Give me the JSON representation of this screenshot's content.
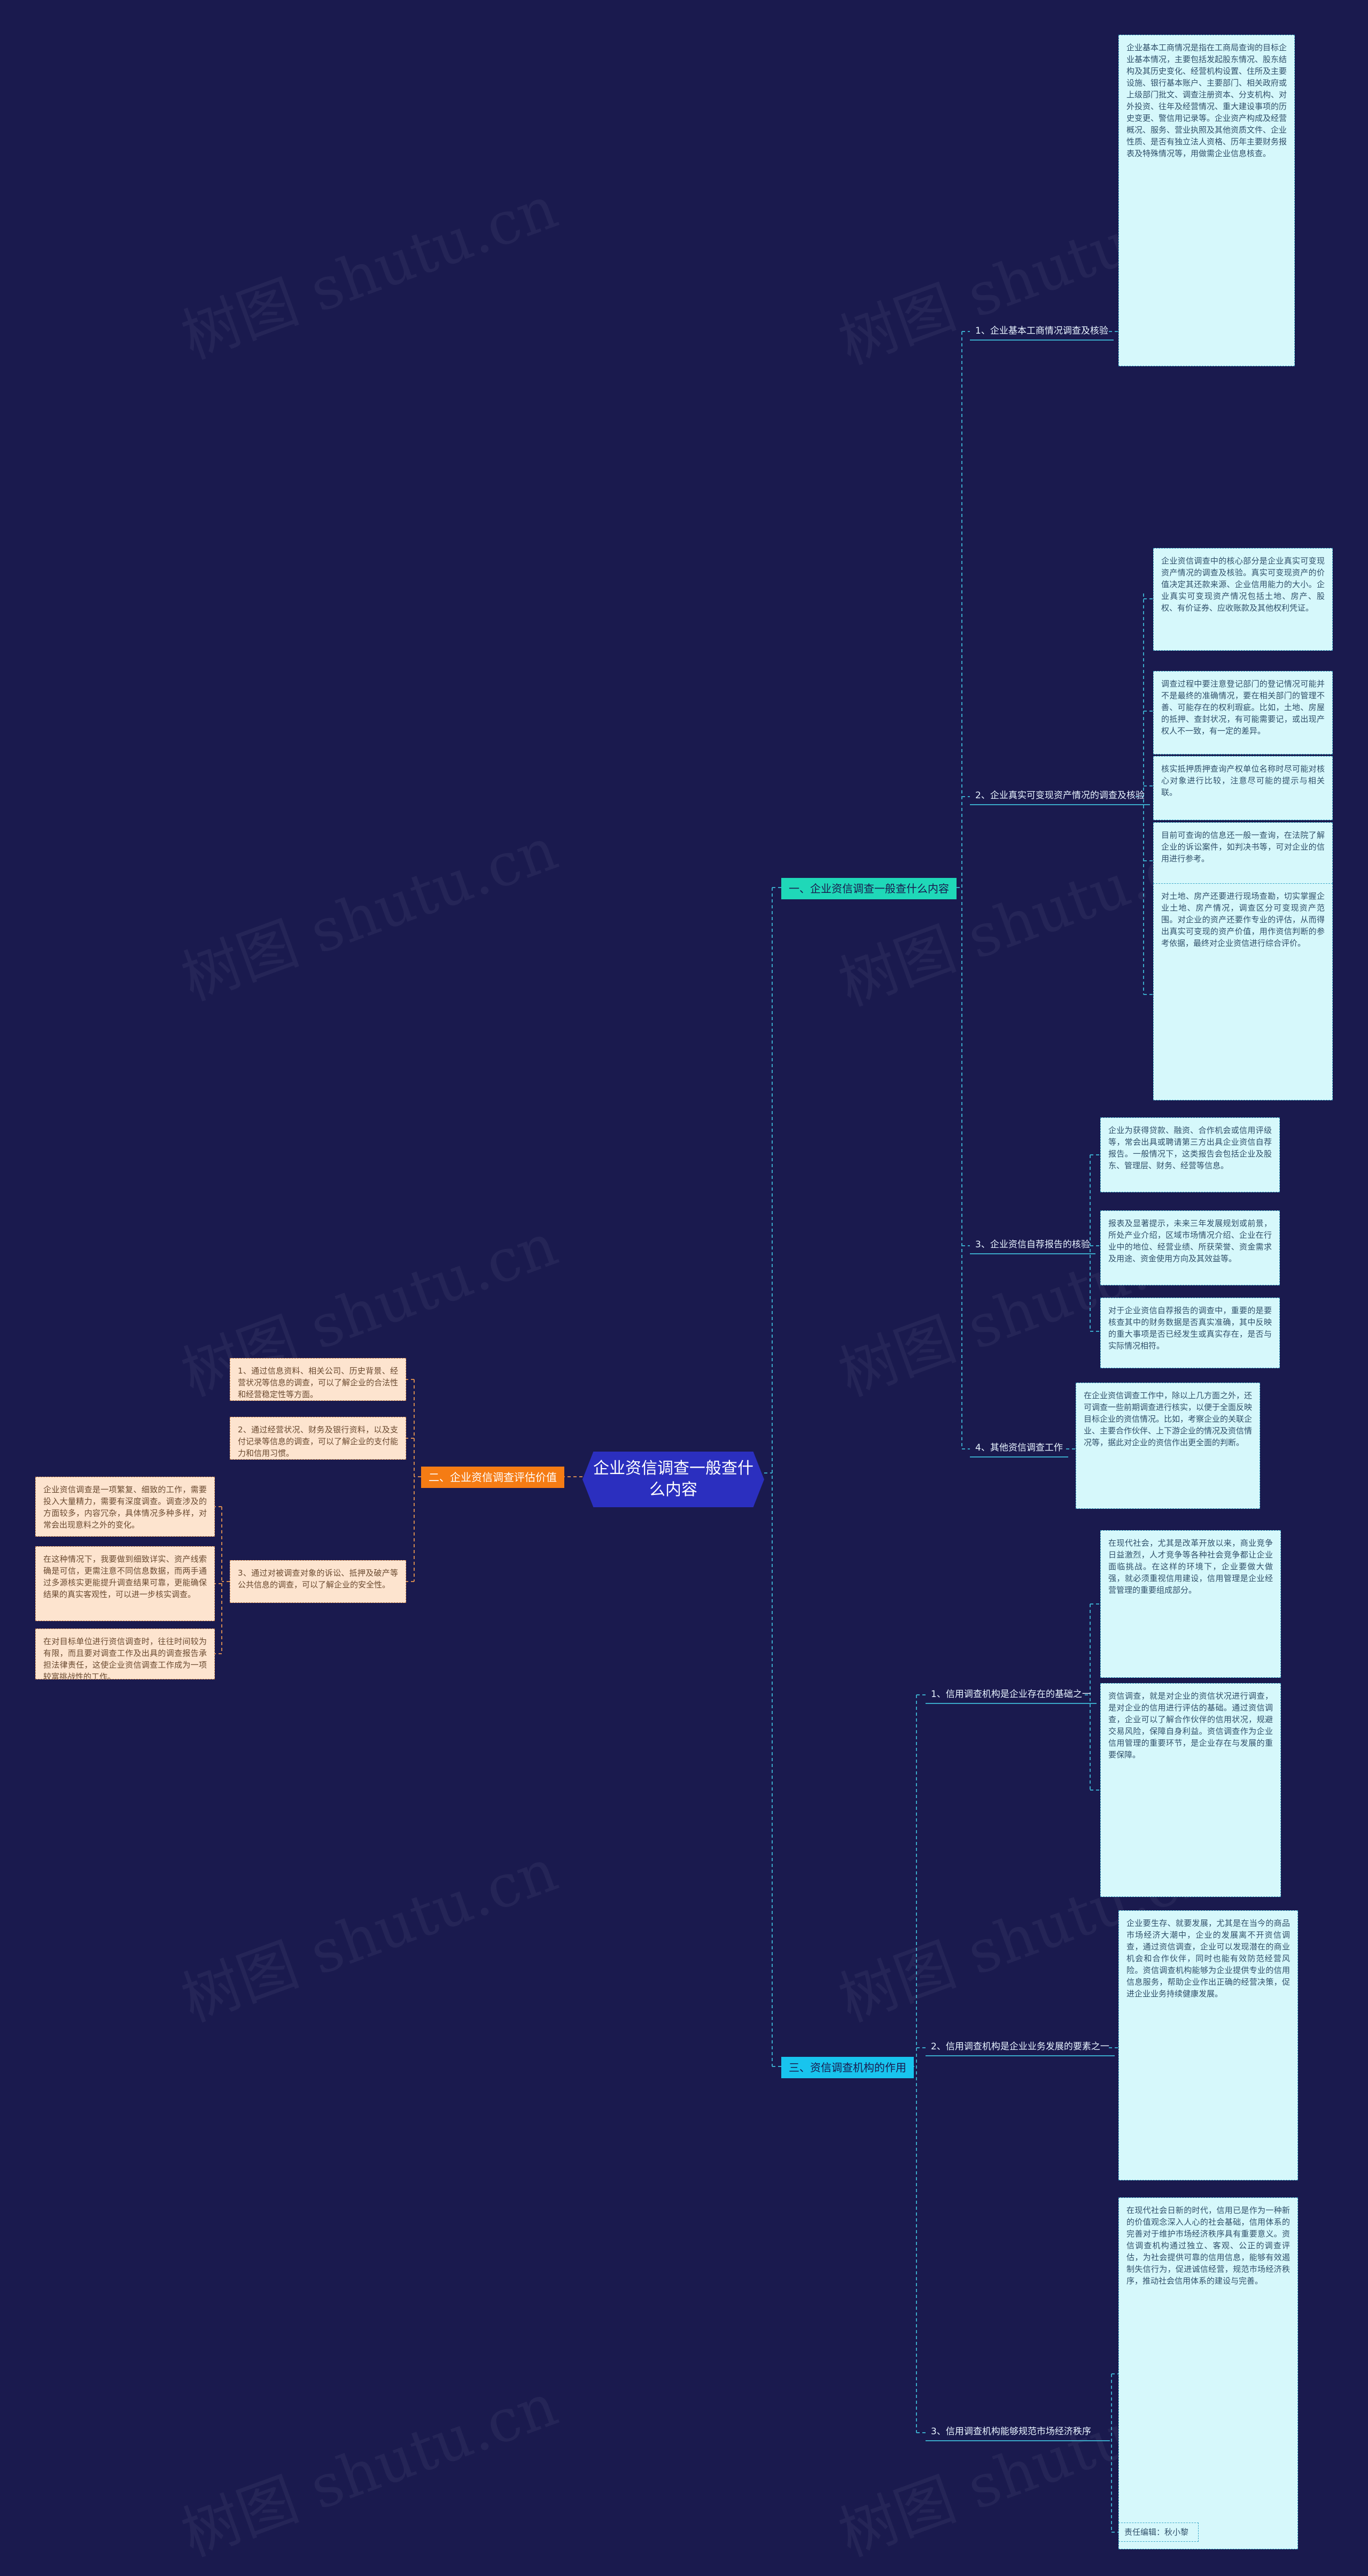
{
  "root": {
    "label": "企业资信调查一般查什么内容"
  },
  "watermark_text": "树图 shutu.cn",
  "branch1": {
    "label": "一、企业资信调查一般查什么内容",
    "subs": [
      {
        "label": "1、企业基本工商情况调查及核验",
        "leaves": [
          "企业基本工商情况是指在工商局查询的目标企业基本情况，主要包括发起股东情况、股东结构及其历史变化、经营机构设置、住所及主要设施、银行基本账户、主要部门、相关政府或上级部门批文、调查注册资本、分支机构、对外投资、往年及经营情况、重大建设事项的历史变更、警信用记录等。企业资产构成及经营概况、服务、营业执照及其他资质文件、企业性质、是否有独立法人资格、历年主要财务报表及特殊情况等，用做需企业信息核查。"
        ]
      },
      {
        "label": "2、企业真实可变现资产情况的调查及核验",
        "leaves": [
          "企业资信调查中的核心部分是企业真实可变现资产情况的调查及核验。真实可变现资产的价值决定其还款来源、企业信用能力的大小。企业真实可变现资产情况包括土地、房产、股权、有价证券、应收账款及其他权利凭证。",
          "调查过程中要注意登记部门的登记情况可能并不是最终的准确情况，要在相关部门的管理不善、可能存在的权利瑕疵。比如，土地、房屋的抵押、查封状况，有可能需要记，或出现产权人不一致，有一定的差异。",
          "核实抵押质押查询产权单位名称时尽可能对核心对象进行比较，注意尽可能的提示与相关联。",
          "目前可查询的信息还一般一查询，在法院了解企业的诉讼案件，如判决书等，可对企业的信用进行参考。",
          "对土地、房产还要进行现场查勘，切实掌握企业土地、房产情况，调查区分可变现资产范围。对企业的资产还要作专业的评估，从而得出真实可变现的资产价值，用作资信判断的参考依据，最终对企业资信进行综合评价。"
        ]
      },
      {
        "label": "3、企业资信自荐报告的核验",
        "leaves": [
          "企业为获得贷款、融资、合作机会或信用评级等，常会出具或聘请第三方出具企业资信自荐报告。一般情况下，这类报告会包括企业及股东、管理层、财务、经营等信息。",
          "报表及显著提示，未来三年发展规划或前景，所处产业介绍，区域市场情况介绍、企业在行业中的地位、经营业绩、所获荣誉、资金需求及用途、资金使用方向及其效益等。",
          "对于企业资信自荐报告的调查中，重要的是要核查其中的财务数据是否真实准确，其中反映的重大事项是否已经发生或真实存在，是否与实际情况相符。"
        ]
      },
      {
        "label": "4、其他资信调查工作",
        "leaves": [
          "在企业资信调查工作中，除以上几方面之外，还可调查一些前期调查进行核实，以便于全面反映目标企业的资信情况。比如，考察企业的关联企业、主要合作伙伴、上下游企业的情况及资信情况等，据此对企业的资信作出更全面的判断。"
        ]
      }
    ]
  },
  "branch2": {
    "label": "二、企业资信调查评估价值",
    "leaves": [
      "1、通过信息资料、相关公司、历史背景、经营状况等信息的调查，可以了解企业的合法性和经营稳定性等方面。",
      "2、通过经营状况、财务及银行资料，以及支付记录等信息的调查，可以了解企业的支付能力和信用习惯。",
      "3、通过对被调查对象的诉讼、抵押及破产等公共信息的调查，可以了解企业的安全性。"
    ],
    "left_leaves": [
      "企业资信调查是一项繁复、细致的工作，需要投入大量精力，需要有深度调查。调查涉及的方面较多，内容冗杂，具体情况多种多样，对常会出现意料之外的变化。",
      "在这种情况下，我要做到细致详实、资产线索确是可信，更需注意不同信息数据，而两手通过多源核实更能提升调查结果可靠，更能确保结果的真实客观性，可以进一步核实调查。",
      "在对目标单位进行资信调查时，往往时间较为有限，而且要对调查工作及出具的调查报告承担法律责任，这使企业资信调查工作成为一项较富挑战性的工作。"
    ]
  },
  "branch3": {
    "label": "三、资信调查机构的作用",
    "subs": [
      {
        "label": "1、信用调查机构是企业存在的基础之一",
        "leaves": [
          "在现代社会，尤其是改革开放以来，商业竞争日益激烈，人才竞争等各种社会竞争都让企业面临挑战。在这样的环境下，企业要做大做强，就必须重视信用建设，信用管理是企业经营管理的重要组成部分。",
          "资信调查，就是对企业的资信状况进行调查，是对企业的信用进行评估的基础。通过资信调查，企业可以了解合作伙伴的信用状况，规避交易风险，保障自身利益。资信调查作为企业信用管理的重要环节，是企业存在与发展的重要保障。"
        ]
      },
      {
        "label": "2、信用调查机构是企业业务发展的要素之一",
        "leaves": [
          "企业要生存、就要发展，尤其是在当今的商品市场经济大潮中，企业的发展离不开资信调查，通过资信调查，企业可以发现潜在的商业机会和合作伙伴，同时也能有效防范经营风险。资信调查机构能够为企业提供专业的信用信息服务，帮助企业作出正确的经营决策，促进企业业务持续健康发展。"
        ]
      },
      {
        "label": "3、信用调查机构能够规范市场经济秩序",
        "leaves": [
          "在现代社会日新的时代，信用已是作为一种新的价值观念深入人心的社会基础，信用体系的完善对于维护市场经济秩序具有重要意义。资信调查机构通过独立、客观、公正的调查评估，为社会提供可靠的信用信息，能够有效遏制失信行为，促进诚信经营，规范市场经济秩序，推动社会信用体系的建设与完善。",
          "责任编辑：秋小黎"
        ]
      }
    ]
  }
}
